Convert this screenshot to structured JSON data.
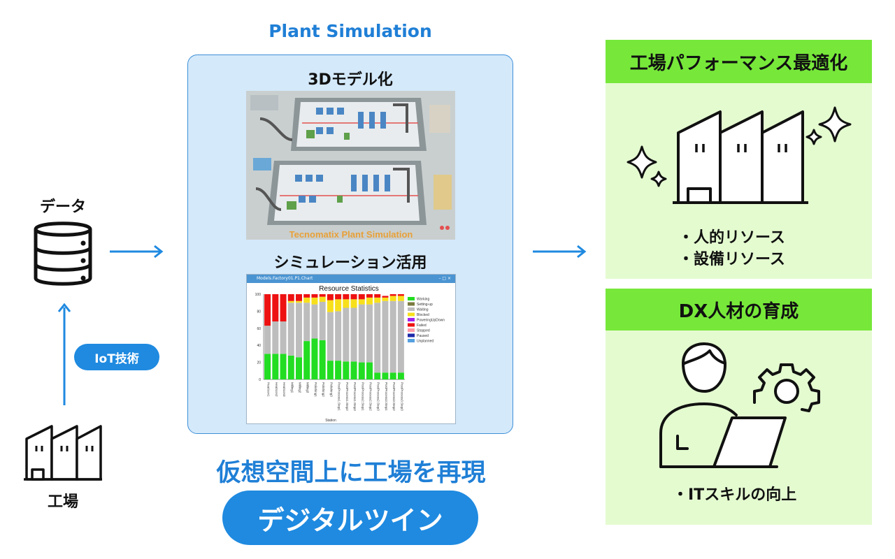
{
  "left": {
    "data_label": "データ",
    "iot_label": "IoT技術",
    "factory_label": "工場"
  },
  "center": {
    "title": "Plant Simulation",
    "model_title": "3Dモデル化",
    "model_watermark": "Tecnomatix Plant Simulation",
    "sim_title": "シミュレーション活用",
    "reproduce": "仮想空間上に工場を再現",
    "twin": "デジタルツイン",
    "chart_window_title": "Models.Factory01.P1.Chart"
  },
  "right": {
    "perf_title": "工場パフォーマンス最適化",
    "perf_bullets": [
      "・人的リソース",
      "・設備リソース"
    ],
    "dx_title": "DX人材の育成",
    "dx_bullets": [
      "・ITスキルの向上"
    ]
  },
  "colors": {
    "accent_blue": "#1f8ae0",
    "title_blue": "#1f7fd6",
    "panel_blue": "#d4e9fa",
    "green_head": "#77e83a",
    "green_body": "#e4fbd0"
  },
  "chart_data": {
    "type": "bar",
    "title": "Resource Statistics",
    "xlabel": "Station",
    "ylabel": "",
    "ylim": [
      0,
      100
    ],
    "yticks": [
      0,
      20,
      40,
      60,
      80,
      100
    ],
    "categories": [
      "HeatIcon1",
      "HeatIcon2",
      "HeatIcon3",
      "Milling1",
      "Milling2",
      "Milling3",
      "Polishing1",
      "Polishing2",
      "Polishing3",
      "PostProcess1.Step1",
      "PostProcess1.Step2",
      "PostProcess1.Step3",
      "PostProcess2.Step1",
      "PostProcess2.Step2",
      "PostProcess2.Step3",
      "PostProcess3.Step1",
      "PostProcess3.Step2",
      "PostProcess3.Step3"
    ],
    "legend_position": "right",
    "legend": [
      "Working",
      "Setting-up",
      "Waiting",
      "Blocked",
      "PoweringUpDown",
      "Failed",
      "Stopped",
      "Paused",
      "Unplanned"
    ],
    "series": [
      {
        "name": "Working",
        "color": "#22dd22",
        "values": [
          30,
          30,
          30,
          28,
          26,
          45,
          48,
          46,
          22,
          22,
          21,
          21,
          20,
          20,
          8,
          8,
          8,
          8
        ]
      },
      {
        "name": "Waiting",
        "color": "#bdbdbd",
        "values": [
          33,
          38,
          38,
          62,
          64,
          45,
          40,
          45,
          57,
          58,
          63,
          63,
          68,
          68,
          82,
          84,
          84,
          84
        ]
      },
      {
        "name": "Blocked",
        "color": "#f7e01b",
        "values": [
          0,
          0,
          0,
          2,
          2,
          6,
          8,
          6,
          14,
          14,
          10,
          10,
          6,
          8,
          6,
          4,
          6,
          6
        ]
      },
      {
        "name": "Failed",
        "color": "#ee1111",
        "values": [
          37,
          32,
          32,
          8,
          8,
          4,
          4,
          3,
          7,
          6,
          6,
          6,
          6,
          4,
          4,
          2,
          2,
          2
        ]
      }
    ]
  }
}
